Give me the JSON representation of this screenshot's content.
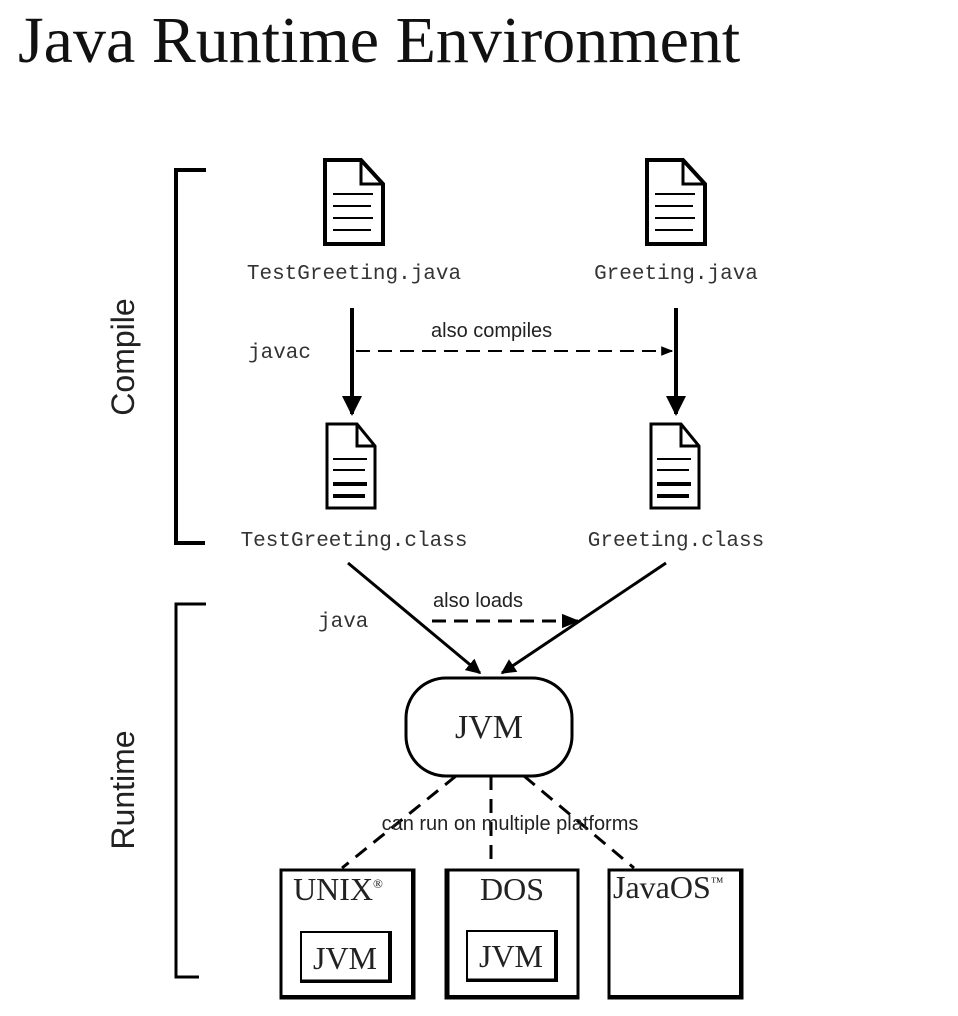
{
  "title": "Java Runtime Environment",
  "sections": {
    "compile": "Compile",
    "runtime": "Runtime"
  },
  "files": {
    "test_java": "TestGreeting.java",
    "greeting_java": "Greeting.java",
    "test_class": "TestGreeting.class",
    "greeting_class": "Greeting.class"
  },
  "edges": {
    "javac": "javac",
    "also_compiles": "also compiles",
    "java": "java",
    "also_loads": "also loads",
    "multiple_platforms": "can run on multiple platforms"
  },
  "jvm": {
    "label": "JVM"
  },
  "platforms": [
    {
      "name": "UNIX",
      "mark": "®",
      "inner": "JVM"
    },
    {
      "name": "DOS",
      "mark": "",
      "inner": "JVM"
    },
    {
      "name": "JavaOS",
      "mark": "™",
      "inner": ""
    }
  ],
  "icons": {
    "source_file": "document-icon",
    "class_file": "document-icon"
  }
}
